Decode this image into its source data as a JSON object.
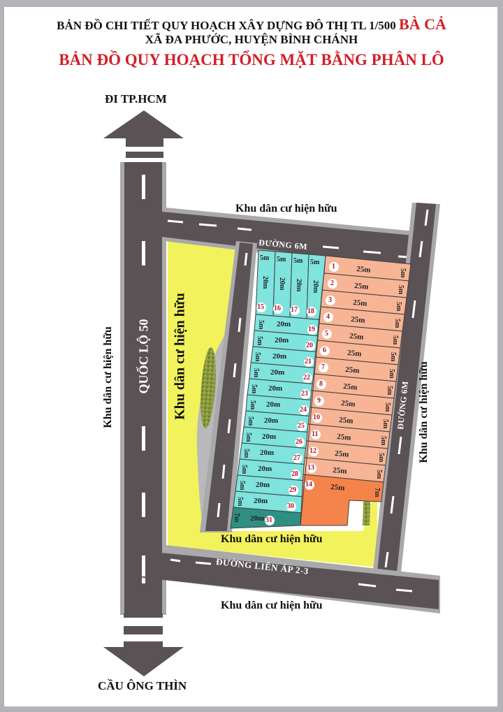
{
  "header": {
    "title_line1_prefix": "BẢN ĐỒ CHI TIẾT QUY HOẠCH XÂY DỰNG ĐÔ THỊ TL 1/500",
    "title_line1_highlight": "BÀ CẢ",
    "title_line2": "XÃ ĐA PHƯỚC, HUYỆN BÌNH CHÁNH",
    "title_line3": "BẢN ĐỒ QUY HOẠCH TỔNG MẶT BẰNG PHÂN LÔ"
  },
  "colors": {
    "road": "#5a5254",
    "road_edge": "#a9a9ab",
    "yellow_area": "#f2f25c",
    "lot_cyan": "#7fe3de",
    "lot_teal_dark": "#2f8f82",
    "lot_salmon": "#f7b596",
    "lot_orange": "#f5844a",
    "lot_number": "#b3122b",
    "title_red": "#d21f26"
  },
  "directions": {
    "north": "ĐI TP.HCM",
    "south": "CẦU ÔNG THÌN"
  },
  "roads": {
    "highway": "QUỐC LỘ 50",
    "top": "ĐƯỜNG 6M",
    "right": "ĐƯỜNG 6M",
    "bottom": "ĐƯỜNG LIÊN ÁP 2-3"
  },
  "areas": {
    "north": "Khu dân cư hiện hữu",
    "west_outer": "Khu dân cư hiện hữu",
    "west_inner": "Khu dân cư hiện hữu",
    "east": "Khu dân cư hiện hữu",
    "south_inner": "Khu dân cư hiện hữu",
    "south_outer": "Khu dân cư hiện hữu"
  },
  "lots": {
    "top_row": [
      {
        "id": "15",
        "width": "5m",
        "depth": "20m"
      },
      {
        "id": "16",
        "width": "5m",
        "depth": "20m"
      },
      {
        "id": "17",
        "width": "5m",
        "depth": "20m"
      },
      {
        "id": "18",
        "width": "5m",
        "depth": "20m"
      }
    ],
    "west_column": [
      {
        "id": "19",
        "width": "5m",
        "depth": "20m"
      },
      {
        "id": "20",
        "width": "5m",
        "depth": "20m"
      },
      {
        "id": "21",
        "width": "5m",
        "depth": "20m"
      },
      {
        "id": "22",
        "width": "5m",
        "depth": "20m"
      },
      {
        "id": "23",
        "width": "5m",
        "depth": "20m"
      },
      {
        "id": "24",
        "width": "5m",
        "depth": "20m"
      },
      {
        "id": "25",
        "width": "5m",
        "depth": "20m"
      },
      {
        "id": "26",
        "width": "5m",
        "depth": "20m"
      },
      {
        "id": "27",
        "width": "5m",
        "depth": "20m"
      },
      {
        "id": "28",
        "width": "5m",
        "depth": "20m"
      },
      {
        "id": "29",
        "width": "5m",
        "depth": "20m"
      },
      {
        "id": "30",
        "width": "5m",
        "depth": "20m"
      },
      {
        "id": "31",
        "width": "7m",
        "depth": "20m"
      }
    ],
    "east_column": [
      {
        "id": "1",
        "width": "5m",
        "depth": "25m"
      },
      {
        "id": "2",
        "width": "5m",
        "depth": "25m"
      },
      {
        "id": "3",
        "width": "5m",
        "depth": "25m"
      },
      {
        "id": "4",
        "width": "5m",
        "depth": "25m"
      },
      {
        "id": "5",
        "width": "5m",
        "depth": "25m"
      },
      {
        "id": "6",
        "width": "5m",
        "depth": "25m"
      },
      {
        "id": "7",
        "width": "5m",
        "depth": "25m"
      },
      {
        "id": "8",
        "width": "5m",
        "depth": "25m"
      },
      {
        "id": "9",
        "width": "5m",
        "depth": "25m"
      },
      {
        "id": "10",
        "width": "5m",
        "depth": "25m"
      },
      {
        "id": "11",
        "width": "5m",
        "depth": "25m"
      },
      {
        "id": "12",
        "width": "5m",
        "depth": "25m"
      },
      {
        "id": "13",
        "width": "5m",
        "depth": "25m"
      },
      {
        "id": "14",
        "width": "7m",
        "depth": "25m"
      }
    ]
  }
}
